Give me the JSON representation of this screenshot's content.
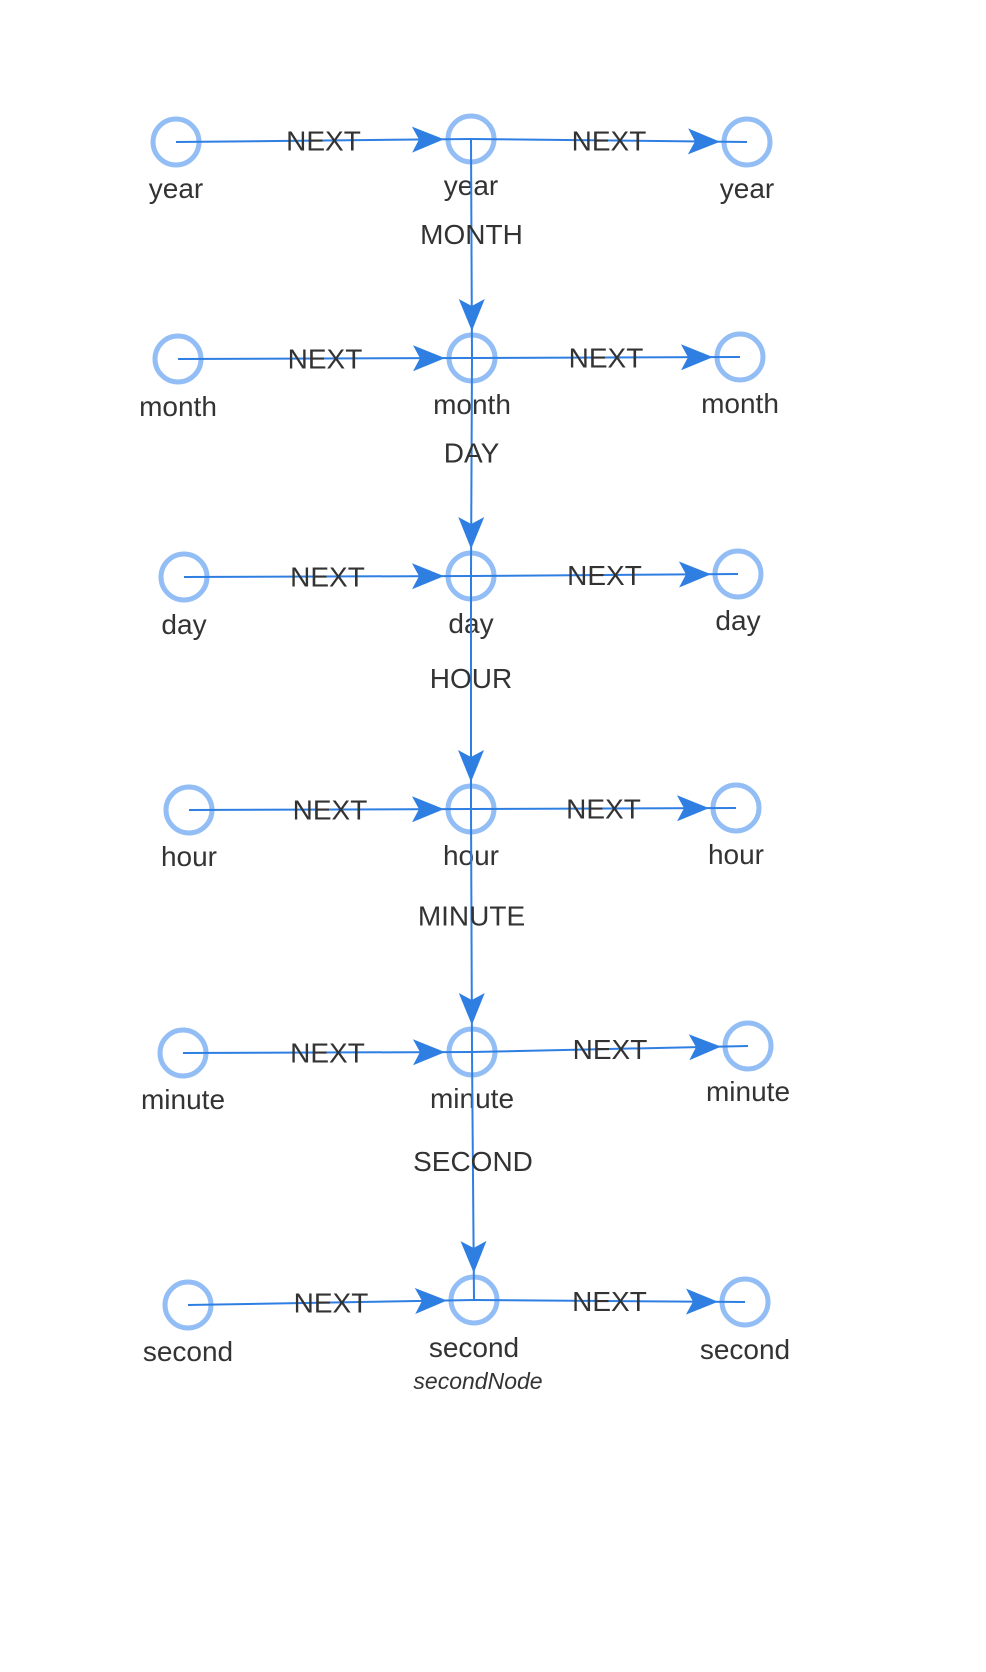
{
  "colors": {
    "node_stroke": "#93bdf5",
    "edge": "#2f7fe3",
    "text": "#333333"
  },
  "nodes": [
    {
      "id": "year_prev",
      "label": "year"
    },
    {
      "id": "year",
      "label": "year"
    },
    {
      "id": "year_next",
      "label": "year"
    },
    {
      "id": "month_prev",
      "label": "month"
    },
    {
      "id": "month",
      "label": "month"
    },
    {
      "id": "month_next",
      "label": "month"
    },
    {
      "id": "day_prev",
      "label": "day"
    },
    {
      "id": "day",
      "label": "day"
    },
    {
      "id": "day_next",
      "label": "day"
    },
    {
      "id": "hour_prev",
      "label": "hour"
    },
    {
      "id": "hour",
      "label": "hour"
    },
    {
      "id": "hour_next",
      "label": "hour"
    },
    {
      "id": "minute_prev",
      "label": "minute"
    },
    {
      "id": "minute",
      "label": "minute"
    },
    {
      "id": "minute_next",
      "label": "minute"
    },
    {
      "id": "second_prev",
      "label": "second"
    },
    {
      "id": "second",
      "label": "second",
      "caption": "secondNode"
    },
    {
      "id": "second_next",
      "label": "second"
    }
  ],
  "edges": [
    {
      "from": "year_prev",
      "to": "year",
      "label": "NEXT"
    },
    {
      "from": "year",
      "to": "year_next",
      "label": "NEXT"
    },
    {
      "from": "year",
      "to": "month",
      "label": "MONTH"
    },
    {
      "from": "month_prev",
      "to": "month",
      "label": "NEXT"
    },
    {
      "from": "month",
      "to": "month_next",
      "label": "NEXT"
    },
    {
      "from": "month",
      "to": "day",
      "label": "DAY"
    },
    {
      "from": "day_prev",
      "to": "day",
      "label": "NEXT"
    },
    {
      "from": "day",
      "to": "day_next",
      "label": "NEXT"
    },
    {
      "from": "day",
      "to": "hour",
      "label": "HOUR"
    },
    {
      "from": "hour_prev",
      "to": "hour",
      "label": "NEXT"
    },
    {
      "from": "hour",
      "to": "hour_next",
      "label": "NEXT"
    },
    {
      "from": "hour",
      "to": "minute",
      "label": "MINUTE"
    },
    {
      "from": "minute_prev",
      "to": "minute",
      "label": "NEXT"
    },
    {
      "from": "minute",
      "to": "minute_next",
      "label": "NEXT"
    },
    {
      "from": "minute",
      "to": "second",
      "label": "SECOND"
    },
    {
      "from": "second_prev",
      "to": "second",
      "label": "NEXT"
    },
    {
      "from": "second",
      "to": "second_next",
      "label": "NEXT"
    }
  ]
}
